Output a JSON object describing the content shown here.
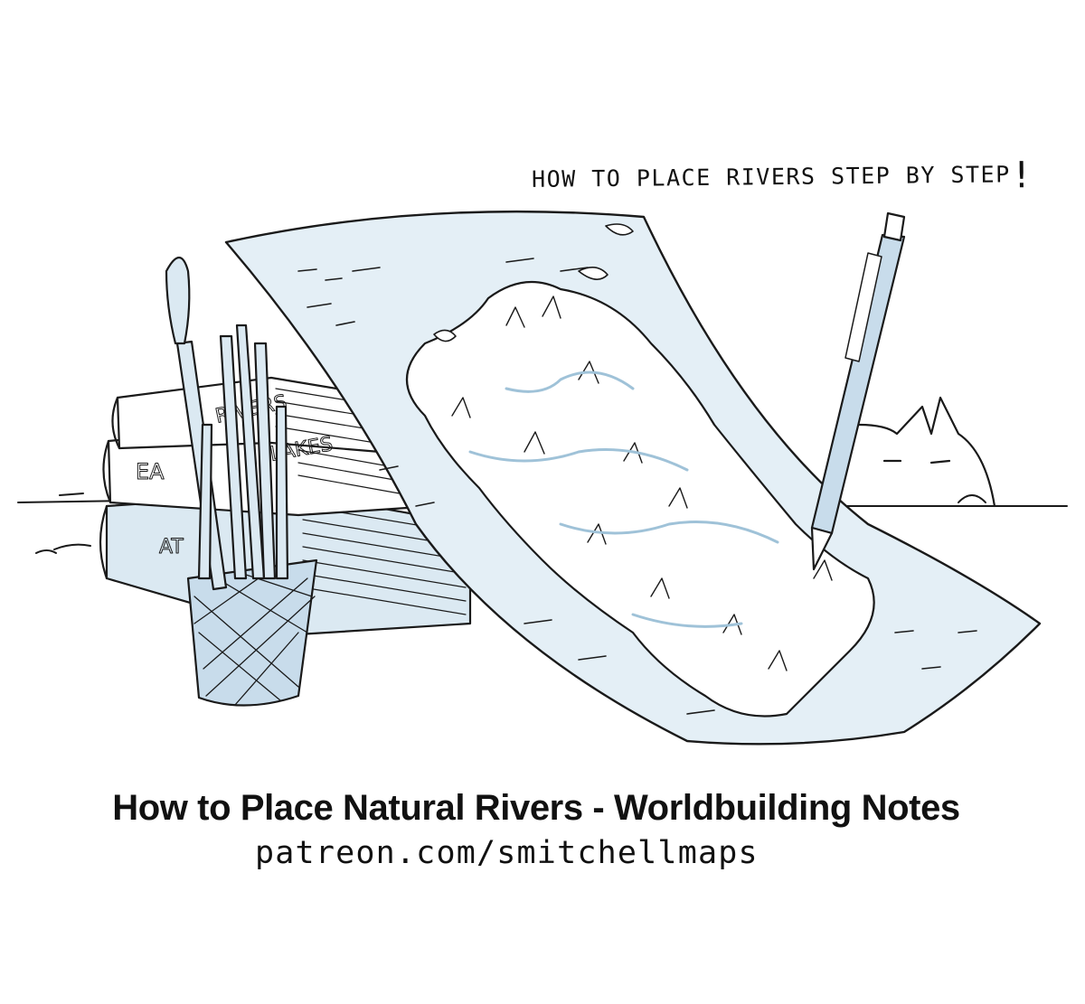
{
  "caption": {
    "handwritten": "HOW TO PLACE RIVERS STEP BY STEP",
    "exclamation": "!"
  },
  "title": "How to Place Natural Rivers - Worldbuilding Notes",
  "url": "patreon.com/smitchellmaps",
  "book_spines": {
    "top": "RIVERS",
    "middle": "LAKES",
    "left_top": "EA",
    "left_bottom": "AT"
  },
  "colors": {
    "ink": "#1a1a1a",
    "wash": "#dbe9f2",
    "wash_dark": "#a9c8dc",
    "background": "#ffffff"
  }
}
